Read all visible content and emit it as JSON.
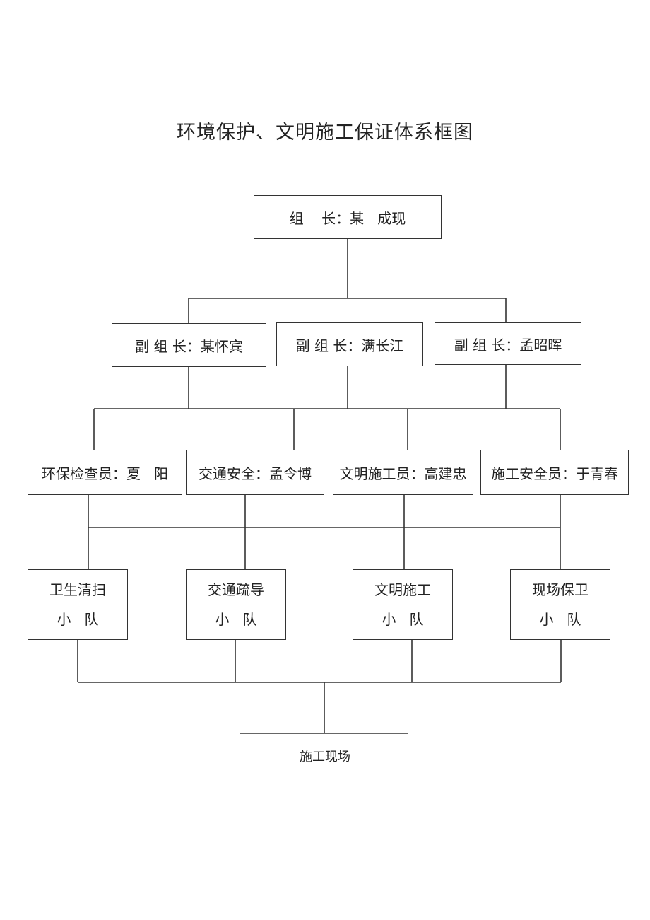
{
  "title": "环境保护、文明施工保证体系框图",
  "leader": "组    长：某   成现",
  "deputies": [
    "副 组 长：某怀宾",
    "副 组 长：满长江",
    "副 组 长：孟昭晖"
  ],
  "officers": [
    "环保检查员：夏   阳",
    "交通安全：孟令博",
    "文明施工员：高建忠",
    "施工安全员：于青春"
  ],
  "teams": [
    {
      "line1": "卫生清扫",
      "line2": "小   队"
    },
    {
      "line1": "交通疏导",
      "line2": "小   队"
    },
    {
      "line1": "文明施工",
      "line2": "小   队"
    },
    {
      "line1": "现场保卫",
      "line2": "小   队"
    }
  ],
  "site": "施工现场"
}
